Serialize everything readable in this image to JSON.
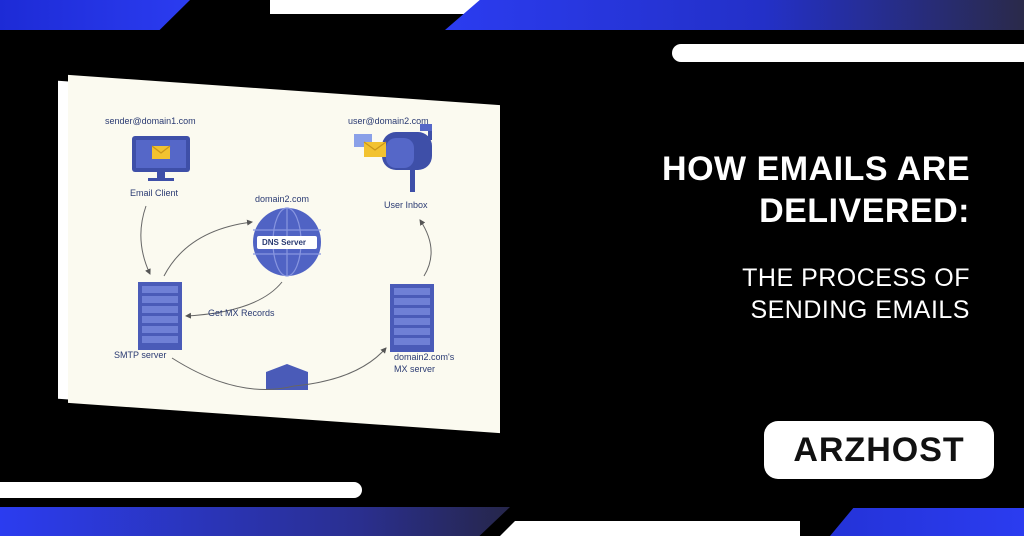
{
  "headline": {
    "line1": "HOW EMAILS ARE",
    "line2": "DELIVERED:"
  },
  "subheadline": {
    "line1": "THE PROCESS OF",
    "line2": "SENDING EMAILS"
  },
  "logo": {
    "text": "ARZHOST"
  },
  "diagram": {
    "sender_address": "sender@domain1.com",
    "email_client": "Email Client",
    "dns_domain": "domain2.com",
    "dns_server": "DNS Server",
    "user_address": "user@domain2.com",
    "user_inbox": "User Inbox",
    "get_mx": "Get MX Records",
    "smtp_server": "SMTP server",
    "mx_server_line1": "domain2.com's",
    "mx_server_line2": "MX server"
  },
  "colors": {
    "accent_blue": "#2b3cf0",
    "diagram_blue": "#4a5bb8",
    "envelope_yellow": "#f2c230"
  },
  "icons": [
    "monitor-icon",
    "globe-icon",
    "mailbox-icon",
    "server-icon",
    "shield-icon",
    "envelope-icon"
  ]
}
